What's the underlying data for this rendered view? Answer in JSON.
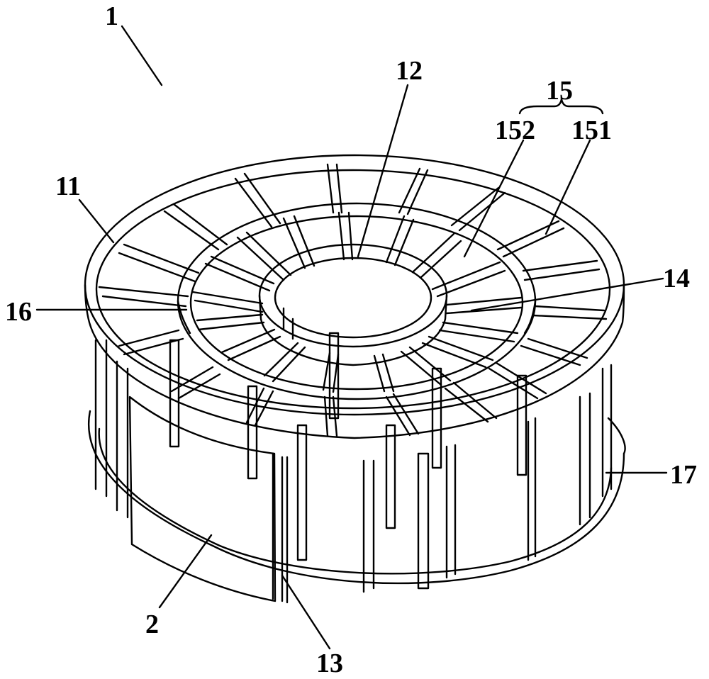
{
  "figure": {
    "stroke_color": "#000000",
    "background_color": "#ffffff"
  },
  "labels": {
    "l1": "1",
    "l2": "2",
    "l11": "11",
    "l12": "12",
    "l13": "13",
    "l14": "14",
    "l15": "15",
    "l151": "151",
    "l152": "152",
    "l16": "16",
    "l17": "17"
  }
}
